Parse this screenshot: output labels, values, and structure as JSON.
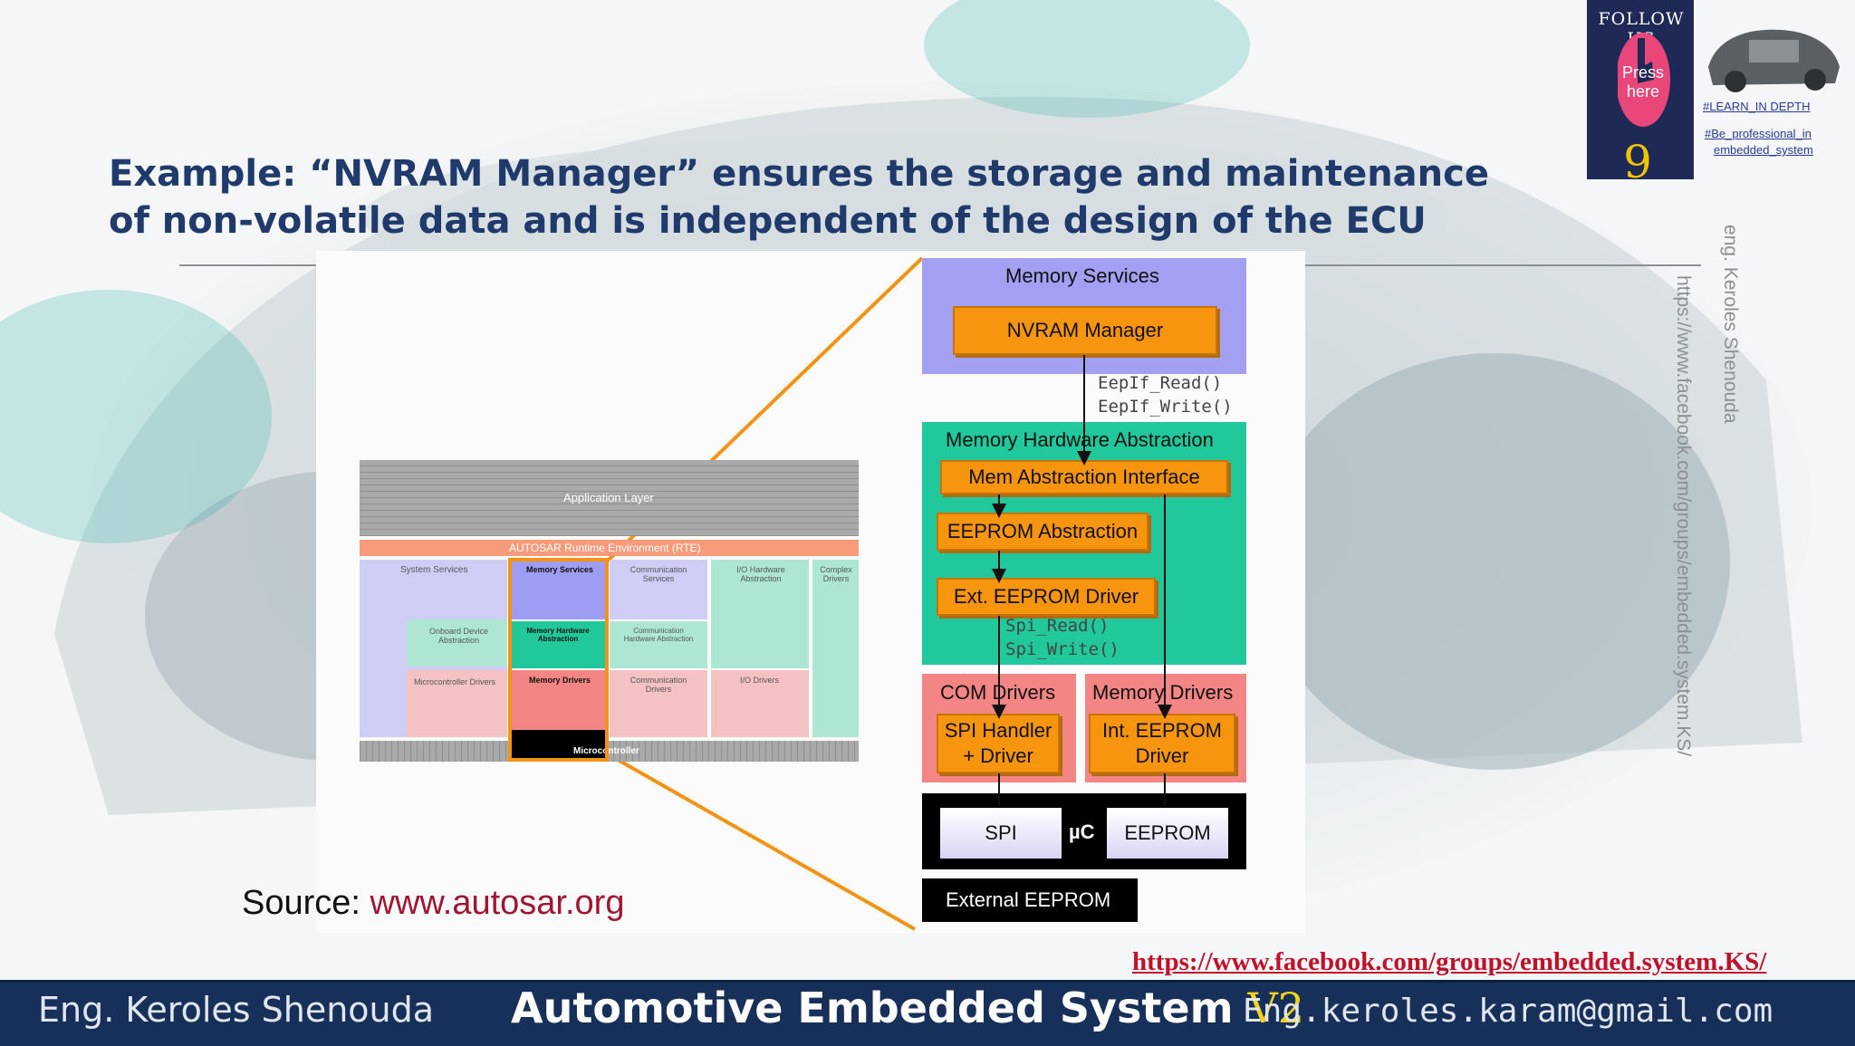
{
  "title_line1": "Example: “NVRAM Manager” ensures the storage and maintenance",
  "title_line2": "of non-volatile data and is independent of the design of the ECU",
  "source_label": "Source: ",
  "source_url": "www.autosar.org",
  "follow": {
    "text": "FOLLOW US",
    "press": "Press",
    "here": "here",
    "number": "9",
    "tag1": "#LEARN_IN DEPTH",
    "tag2a": "#Be_professional_in",
    "tag2b": "embedded_system"
  },
  "side_text": {
    "author": "eng. Keroles Shenouda",
    "url": "https://www.facebook.com/groups/embedded.system.KS/"
  },
  "overview": {
    "application_layer": "Application Layer",
    "rte": "AUTOSAR Runtime Environment (RTE)",
    "system_services": "System Services",
    "memory_services": "Memory Services",
    "communication_services": "Communication Services",
    "io_hw_abstraction": "I/O Hardware Abstraction",
    "complex_drivers": "Complex Drivers",
    "onboard_device_abstraction": "Onboard Device Abstraction",
    "memory_hw_abstraction": "Memory Hardware Abstraction",
    "comm_hw_abstraction": "Communication Hardware Abstraction",
    "microcontroller_drivers": "Microcontroller Drivers",
    "memory_drivers": "Memory Drivers",
    "communication_drivers": "Communication Drivers",
    "io_drivers": "I/O Drivers",
    "microcontroller": "Microcontroller"
  },
  "detail": {
    "memory_services": "Memory Services",
    "nvram_manager": "NVRAM Manager",
    "eep_read": "EepIf_Read()",
    "eep_write": "EepIf_Write()",
    "memory_hw_abstraction": "Memory Hardware Abstraction",
    "mem_abstraction_interface": "Mem Abstraction Interface",
    "eeprom_abstraction": "EEPROM Abstraction",
    "ext_eeprom_driver": "Ext. EEPROM Driver",
    "spi_read": "Spi_Read()",
    "spi_write": "Spi_Write()",
    "com_drivers": "COM Drivers",
    "memory_drivers": "Memory Drivers",
    "spi_handler_1": "SPI Handler",
    "spi_handler_2": "+ Driver",
    "int_eeprom_1": "Int. EEPROM",
    "int_eeprom_2": "Driver",
    "spi": "SPI",
    "uc": "µC",
    "eeprom": "EEPROM",
    "external_eeprom": "External EEPROM"
  },
  "facebook_link": "https://www.facebook.com/groups/embedded.system.KS/",
  "footer": {
    "left": "Eng. Keroles Shenouda",
    "mid": "Automotive Embedded System ",
    "v2": "V2",
    "right": "Eng.keroles.karam@gmail.com"
  },
  "colors": {
    "title": "#1f3a6b",
    "orange": "#f7950f",
    "purple": "#9f9cf3",
    "teal": "#21c89b",
    "pink": "#f48585",
    "footer": "#17305a"
  }
}
